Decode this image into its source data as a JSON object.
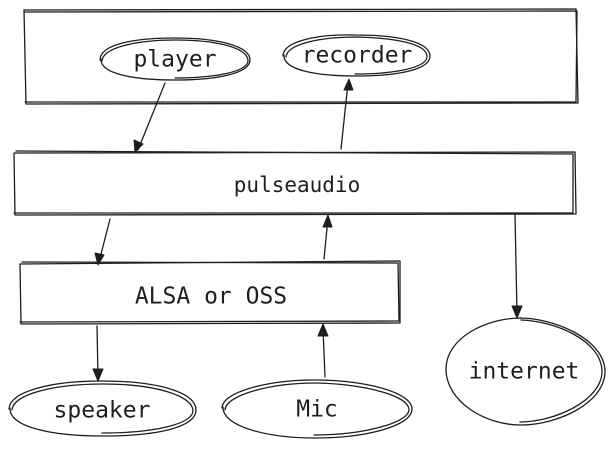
{
  "nodes": {
    "player": "player",
    "recorder": "recorder",
    "pulseaudio": "pulseaudio",
    "alsa_oss": "ALSA or OSS",
    "internet": "internet",
    "speaker": "speaker",
    "mic": "Mic"
  }
}
